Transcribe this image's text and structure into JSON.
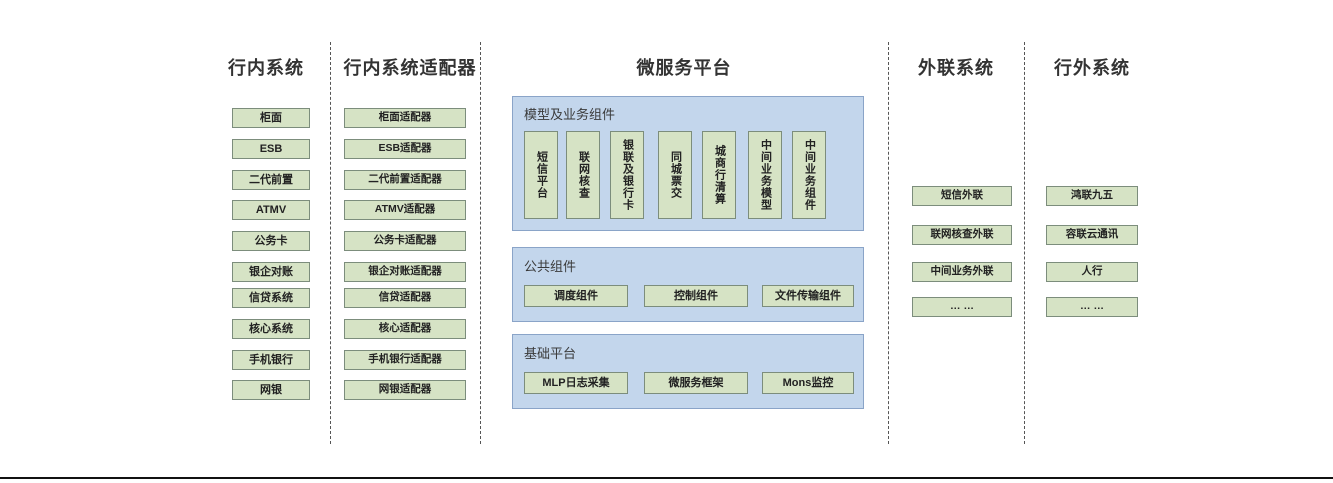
{
  "diagram": {
    "title_bar": "",
    "columns": [
      {
        "id": "internal-systems",
        "title": "行内系统",
        "items": [
          "柜面",
          "ESB",
          "二代前置",
          "ATMV",
          "公务卡",
          "银企对账",
          "信贷系统",
          "核心系统",
          "手机银行",
          "网银"
        ]
      },
      {
        "id": "internal-adapters",
        "title": "行内系统适配器",
        "items": [
          "柜面适配器",
          "ESB适配器",
          "二代前置适配器",
          "ATMV适配器",
          "公务卡适配器",
          "银企对账适配器",
          "信贷适配器",
          "核心适配器",
          "手机银行适配器",
          "网银适配器"
        ]
      },
      {
        "id": "microservice-platform",
        "title": "微服务平台",
        "panels": [
          {
            "id": "model-business-components",
            "title": "模型及业务组件",
            "orientation": "vertical",
            "items": [
              "短信平台",
              "联网核查",
              "银联及银行卡",
              "同城票交",
              "城商行清算",
              "中间业务模型",
              "中间业务组件"
            ]
          },
          {
            "id": "public-components",
            "title": "公共组件",
            "orientation": "horizontal",
            "items": [
              "调度组件",
              "控制组件",
              "文件传输组件"
            ]
          },
          {
            "id": "base-platform",
            "title": "基础平台",
            "orientation": "horizontal",
            "items": [
              "MLP日志采集",
              "微服务框架",
              "Mons监控"
            ]
          }
        ]
      },
      {
        "id": "external-link-systems",
        "title": "外联系统",
        "items": [
          "短信外联",
          "联网核查外联",
          "中间业务外联",
          "… …"
        ]
      },
      {
        "id": "outside-bank-systems",
        "title": "行外系统",
        "items": [
          "鸿联九五",
          "容联云通讯",
          "人行",
          "… …"
        ]
      }
    ],
    "colors": {
      "node_fill": "#d6e3c5",
      "node_border": "#7c8d7c",
      "panel_fill": "#c3d6ec",
      "panel_border": "#8aa4c8",
      "separator": "#555555",
      "title_text": "#333333"
    }
  }
}
